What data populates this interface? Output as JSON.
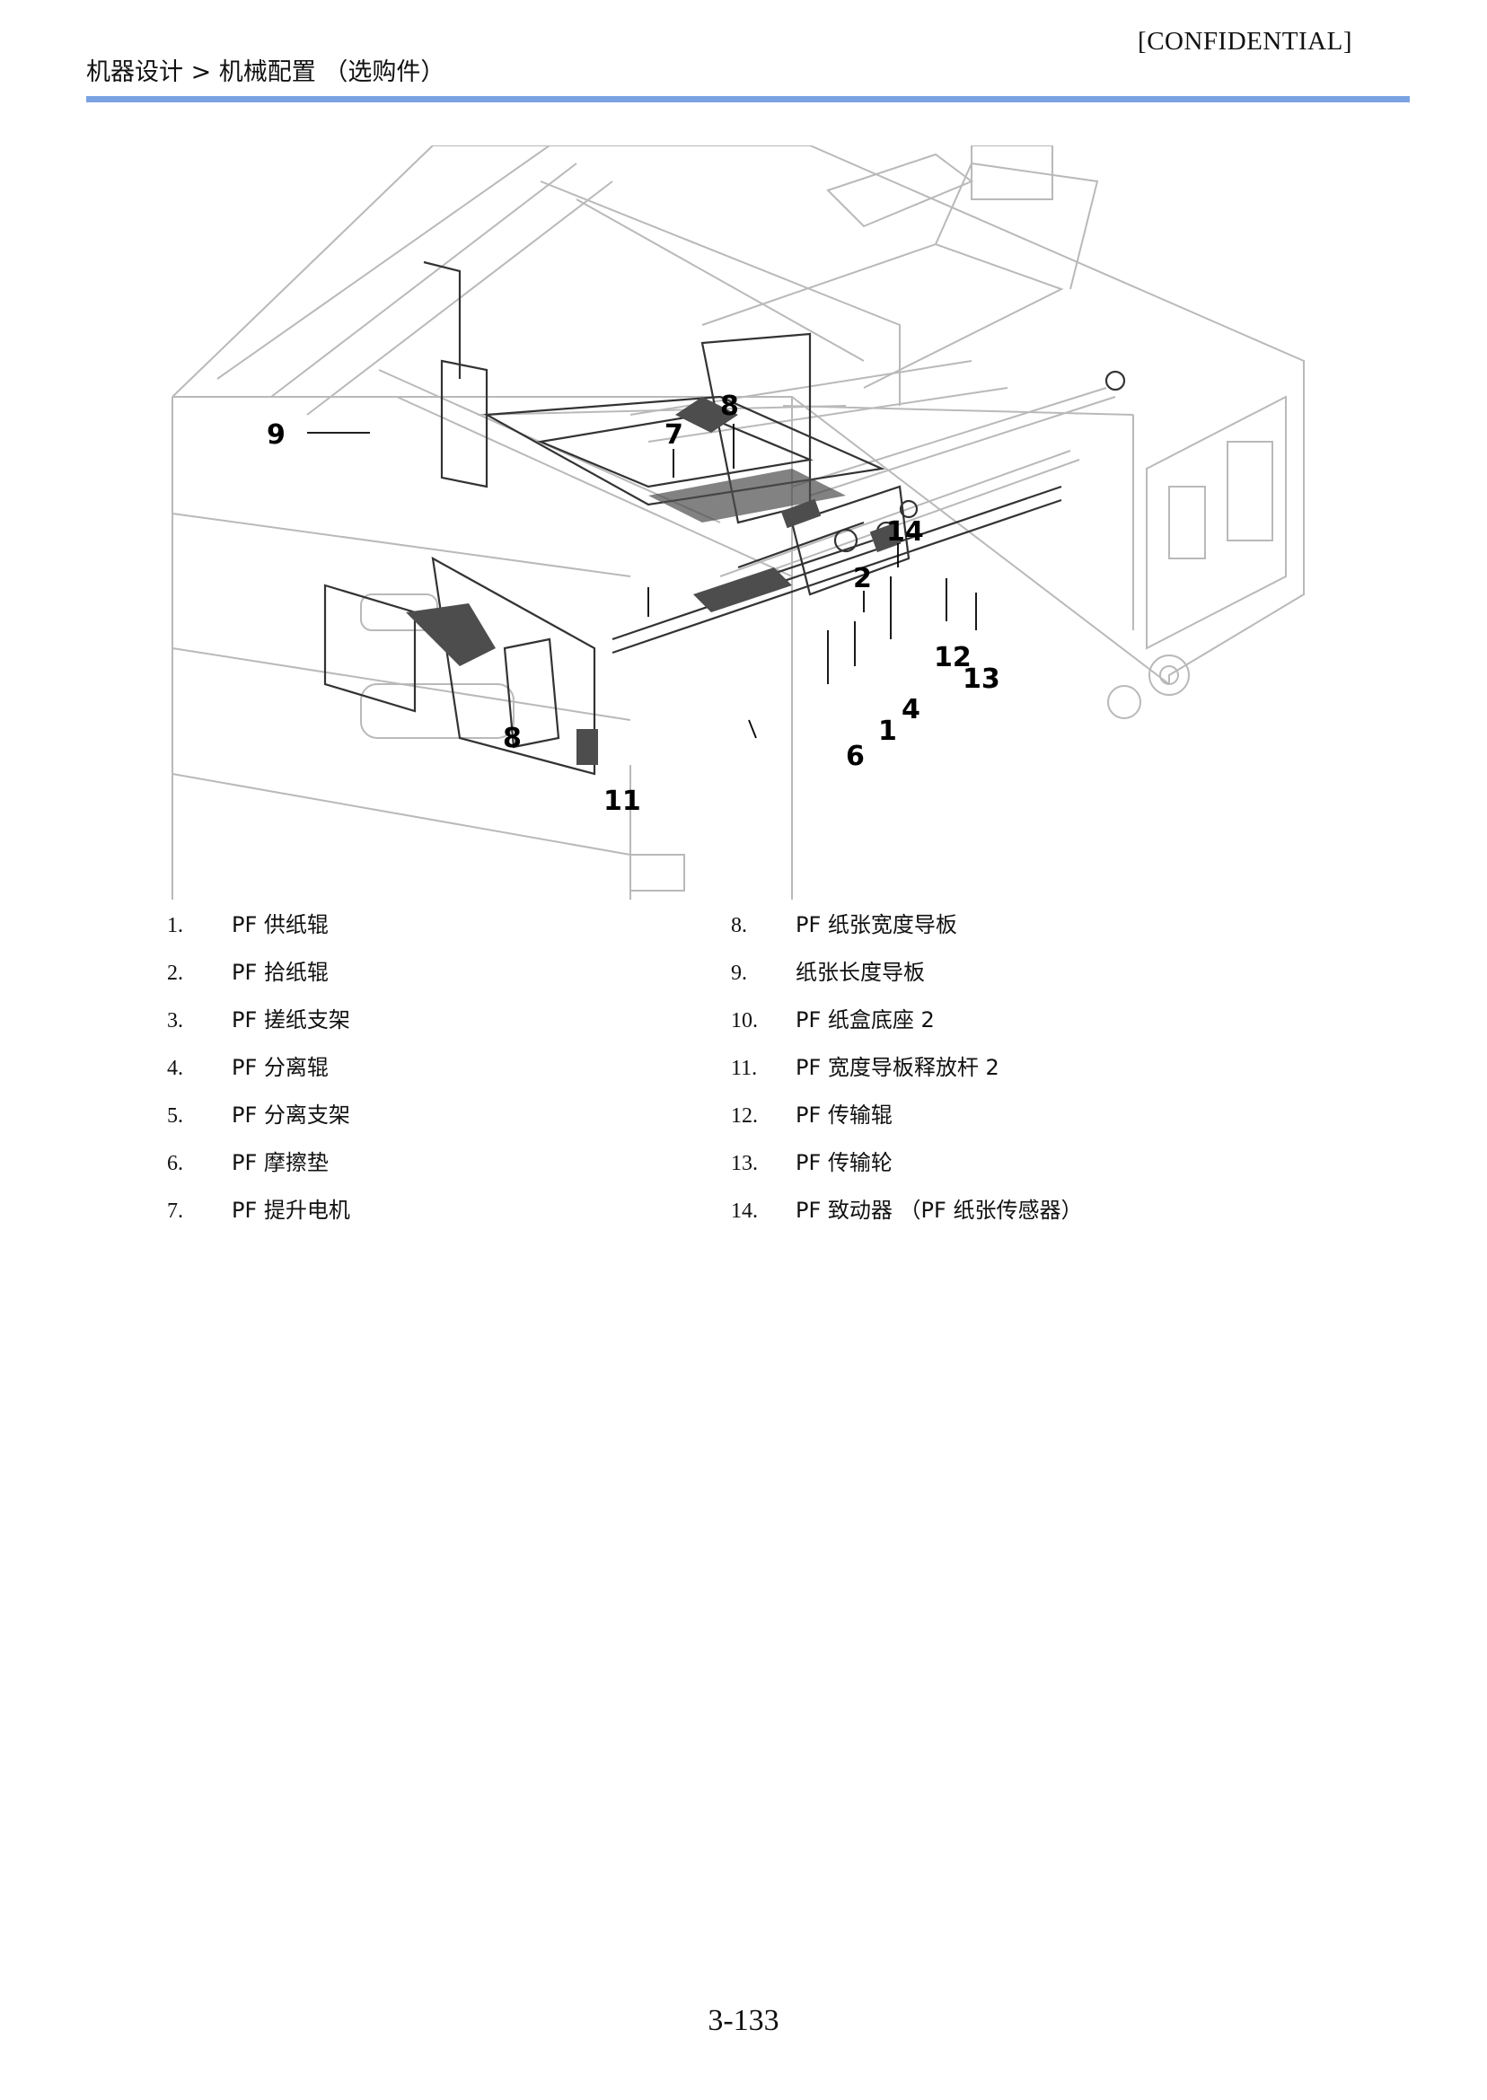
{
  "header": {
    "confidential": "[CONFIDENTIAL]",
    "breadcrumb": "机器设计 > 机械配置 （选购件）"
  },
  "figure": {
    "callouts": [
      "9",
      "8",
      "7",
      "14",
      "2",
      "12",
      "13",
      "4",
      "1",
      "6",
      "8",
      "11"
    ]
  },
  "parts_left": [
    {
      "num": "1.",
      "name": "PF 供纸辊"
    },
    {
      "num": "2.",
      "name": "PF 拾纸辊"
    },
    {
      "num": "3.",
      "name": "PF 搓纸支架"
    },
    {
      "num": "4.",
      "name": "PF 分离辊"
    },
    {
      "num": "5.",
      "name": "PF 分离支架"
    },
    {
      "num": "6.",
      "name": "PF 摩擦垫"
    },
    {
      "num": "7.",
      "name": "PF 提升电机"
    }
  ],
  "parts_right": [
    {
      "num": "8.",
      "name": "PF 纸张宽度导板"
    },
    {
      "num": "9.",
      "name": "纸张长度导板"
    },
    {
      "num": "10.",
      "name": "PF 纸盒底座 2"
    },
    {
      "num": "11.",
      "name": "PF 宽度导板释放杆 2"
    },
    {
      "num": "12.",
      "name": "PF 传输辊"
    },
    {
      "num": "13.",
      "name": "PF 传输轮"
    },
    {
      "num": "14.",
      "name": "PF 致动器 （PF 纸张传感器）"
    }
  ],
  "footer": {
    "page_number": "3-133"
  }
}
